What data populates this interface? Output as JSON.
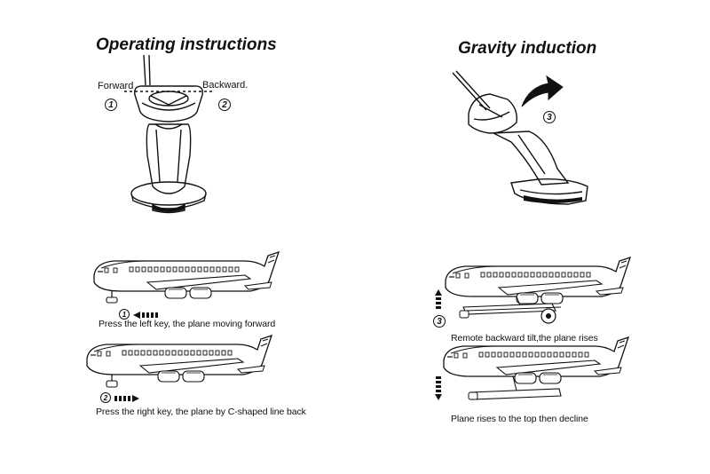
{
  "operating": {
    "title": "Operating instructions",
    "forward_label": "Forward",
    "backward_label": "Backward.",
    "num_forward": "1",
    "num_backward": "2"
  },
  "gravity": {
    "title": "Gravity induction",
    "num_tilt": "3"
  },
  "captions": {
    "press_left": "Press the left key, the plane moving forward",
    "press_right": "Press the right key, the plane by C-shaped line back",
    "remote_backward": "Remote backward tilt,the plane rises",
    "rises_decline": "Plane rises to the top then decline"
  },
  "badges": {
    "left_key": "1",
    "right_key": "2",
    "tilt": "3"
  }
}
